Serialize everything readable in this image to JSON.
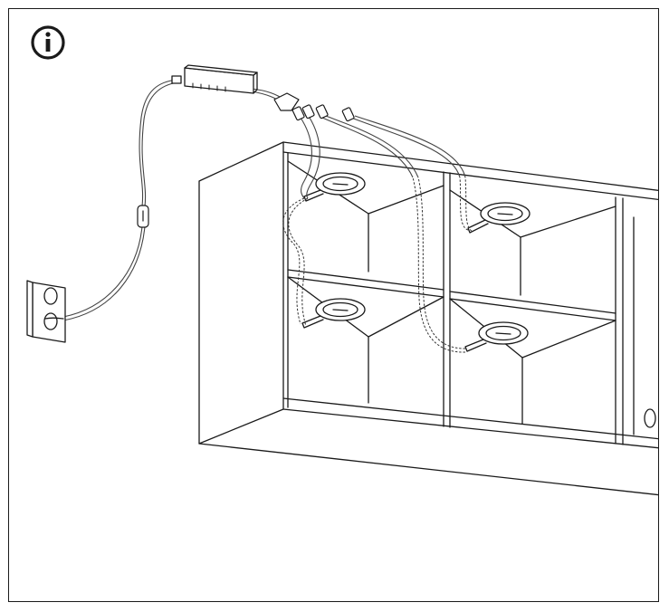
{
  "diagram": {
    "badge": {
      "icon": "info-icon"
    },
    "components": [
      {
        "id": "led-driver",
        "icon": "driver-box-icon"
      },
      {
        "id": "cord-switch",
        "icon": "inline-switch-icon"
      },
      {
        "id": "wall-socket",
        "icon": "wall-outlet-icon"
      },
      {
        "id": "splitter",
        "icon": "cable-splitter-icon"
      },
      {
        "id": "spotlight-top-left",
        "icon": "round-led-spot-icon"
      },
      {
        "id": "spotlight-top-right",
        "icon": "round-led-spot-icon"
      },
      {
        "id": "spotlight-bottom-left",
        "icon": "round-led-spot-icon"
      },
      {
        "id": "spotlight-bottom-right",
        "icon": "round-led-spot-icon"
      },
      {
        "id": "wall-cabinet",
        "icon": "open-shelf-cabinet-icon"
      }
    ],
    "colors": {
      "ink": "#1a1a1a",
      "background": "#ffffff",
      "cable": "#555555"
    }
  }
}
